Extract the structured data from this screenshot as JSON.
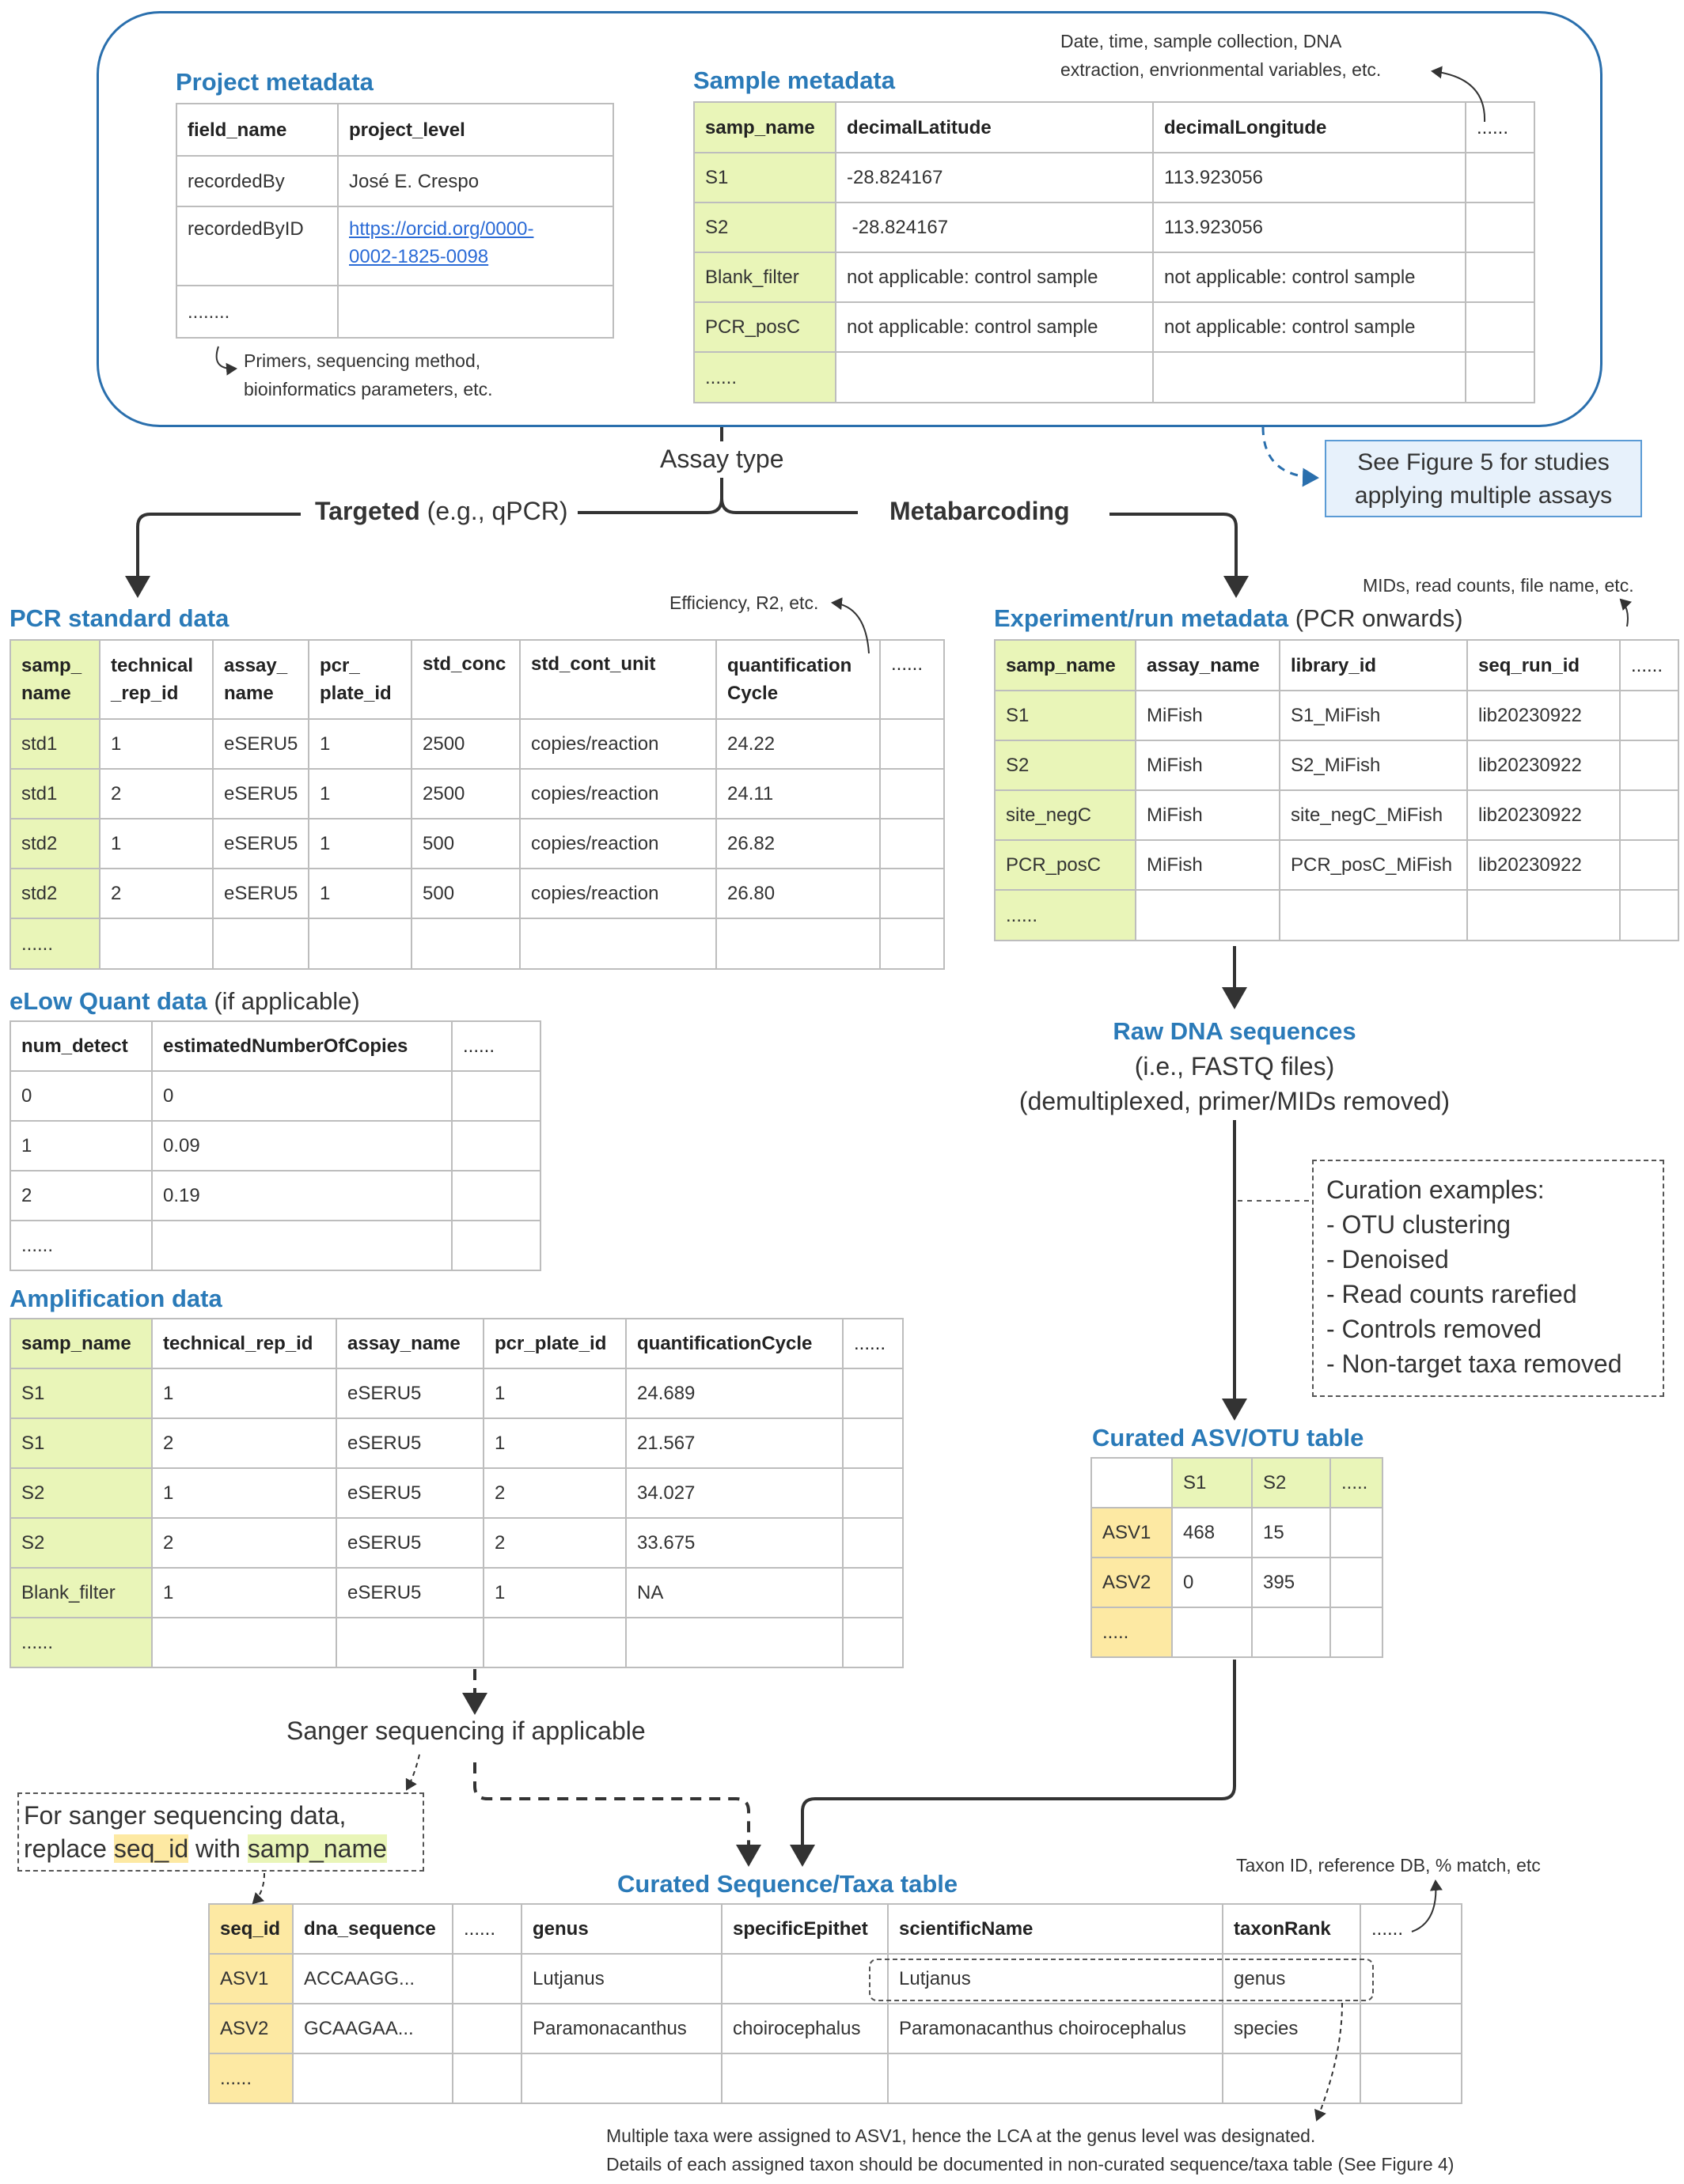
{
  "top_box": {
    "project_title": "Project metadata",
    "sample_title": "Sample metadata",
    "sample_note": [
      "Date, time, sample collection, DNA",
      "extraction, envrionmental variables, etc."
    ],
    "project_note": [
      "Primers, sequencing method,",
      "bioinformatics parameters, etc."
    ]
  },
  "project_table": {
    "headers": [
      "field_name",
      "project_level"
    ],
    "rows": [
      [
        "recordedBy",
        "José E. Crespo"
      ],
      [
        "recordedByID",
        "https://orcid.org/0000-0002-1825-0098"
      ],
      [
        "........",
        ""
      ]
    ],
    "link_lines": [
      "https://orcid.org/0000-",
      "0002-1825-0098"
    ]
  },
  "sample_table": {
    "headers": [
      "samp_name",
      "decimalLatitude",
      "decimalLongitude",
      "......"
    ],
    "rows": [
      [
        "S1",
        "-28.824167",
        "113.923056",
        ""
      ],
      [
        "S2",
        " -28.824167",
        "113.923056",
        ""
      ],
      [
        "Blank_filter",
        "not applicable: control sample",
        "not applicable: control sample",
        ""
      ],
      [
        "PCR_posC",
        "not applicable: control sample",
        "not applicable: control sample",
        ""
      ],
      [
        "......",
        "",
        "",
        ""
      ]
    ]
  },
  "flow": {
    "assay_type": "Assay type",
    "targeted_bold": "Targeted",
    "targeted_rest": " (e.g., qPCR)",
    "metabarcoding": "Metabarcoding",
    "see_figure": [
      "See Figure 5 for studies",
      "applying multiple assays"
    ]
  },
  "pcr_standard": {
    "title": "PCR standard data",
    "note": "Efficiency, R2, etc.",
    "headers": [
      [
        "samp_",
        "name"
      ],
      [
        "technical",
        "_rep_id"
      ],
      [
        "assay_",
        "name"
      ],
      [
        "pcr_",
        "plate_id"
      ],
      [
        "std_conc"
      ],
      [
        "std_cont_unit"
      ],
      [
        "quantification",
        "Cycle"
      ],
      [
        "......"
      ]
    ],
    "rows": [
      [
        "std1",
        "1",
        "eSERU5",
        "1",
        "2500",
        "copies/reaction",
        "24.22",
        ""
      ],
      [
        "std1",
        "2",
        "eSERU5",
        "1",
        "2500",
        "copies/reaction",
        "24.11",
        ""
      ],
      [
        "std2",
        "1",
        "eSERU5",
        "1",
        "500",
        "copies/reaction",
        "26.82",
        ""
      ],
      [
        "std2",
        "2",
        "eSERU5",
        "1",
        "500",
        "copies/reaction",
        "26.80",
        ""
      ],
      [
        "......",
        "",
        "",
        "",
        "",
        "",
        "",
        ""
      ]
    ]
  },
  "elow": {
    "title": "eLow Quant data",
    "title_rest": " (if applicable)",
    "headers": [
      "num_detect",
      "estimatedNumberOfCopies",
      "......"
    ],
    "rows": [
      [
        "0",
        "0",
        ""
      ],
      [
        "1",
        "0.09",
        ""
      ],
      [
        "2",
        "0.19",
        ""
      ],
      [
        "......",
        "",
        ""
      ]
    ]
  },
  "amplification": {
    "title": "Amplification data",
    "headers": [
      "samp_name",
      "technical_rep_id",
      "assay_name",
      "pcr_plate_id",
      "quantificationCycle",
      "......"
    ],
    "rows": [
      [
        "S1",
        "1",
        "eSERU5",
        "1",
        "24.689",
        ""
      ],
      [
        "S1",
        "2",
        "eSERU5",
        "1",
        "21.567",
        ""
      ],
      [
        "S2",
        "1",
        "eSERU5",
        "2",
        "34.027",
        ""
      ],
      [
        "S2",
        "2",
        "eSERU5",
        "2",
        "33.675",
        ""
      ],
      [
        "Blank_filter",
        "1",
        "eSERU5",
        "1",
        "NA",
        ""
      ],
      [
        "......",
        "",
        "",
        "",
        "",
        ""
      ]
    ]
  },
  "experiment": {
    "title": "Experiment/run metadata",
    "title_rest": " (PCR onwards)",
    "note": "MIDs, read counts, file name, etc.",
    "headers": [
      "samp_name",
      "assay_name",
      "library_id",
      "seq_run_id",
      "......"
    ],
    "rows": [
      [
        "S1",
        "MiFish",
        "S1_MiFish",
        "lib20230922",
        ""
      ],
      [
        "S2",
        "MiFish",
        "S2_MiFish",
        "lib20230922",
        ""
      ],
      [
        "site_negC",
        "MiFish",
        "site_negC_MiFish",
        "lib20230922",
        ""
      ],
      [
        "PCR_posC",
        "MiFish",
        "PCR_posC_MiFish",
        "lib20230922",
        ""
      ],
      [
        "......",
        "",
        "",
        "",
        ""
      ]
    ]
  },
  "raw": {
    "title": "Raw DNA sequences",
    "line1": "(i.e., FASTQ files)",
    "line2": "(demultiplexed, primer/MIDs removed)"
  },
  "curation": {
    "lines": [
      "Curation examples:",
      "- OTU clustering",
      "- Denoised",
      "- Read counts rarefied",
      "- Controls removed",
      "- Non-target taxa removed"
    ]
  },
  "asv_table": {
    "title": "Curated ASV/OTU table",
    "headers": [
      "",
      "S1",
      "S2",
      "....."
    ],
    "rows": [
      [
        "ASV1",
        "468",
        "15",
        ""
      ],
      [
        "ASV2",
        "0",
        "395",
        ""
      ],
      [
        ".....",
        "",
        "",
        ""
      ]
    ]
  },
  "sanger": {
    "label": "Sanger sequencing if applicable",
    "box_line1": "For sanger sequencing data,",
    "box_prefix": "replace ",
    "box_seq": "seq_id",
    "box_mid": " with ",
    "box_samp": "samp_name"
  },
  "taxa_table": {
    "title": "Curated Sequence/Taxa table",
    "note": "Taxon ID, reference DB, % match, etc",
    "headers": [
      "seq_id",
      "dna_sequence",
      "......",
      "genus",
      "specificEpithet",
      "scientificName",
      "taxonRank",
      "......"
    ],
    "rows": [
      [
        "ASV1",
        "ACCAAGG...",
        "",
        "Lutjanus",
        "",
        "Lutjanus",
        "genus",
        ""
      ],
      [
        "ASV2",
        "GCAAGAA...",
        "",
        "Paramonacanthus",
        "choirocephalus",
        "Paramonacanthus choirocephalus",
        "species",
        ""
      ],
      [
        "......",
        "",
        "",
        "",
        "",
        "",
        "",
        ""
      ]
    ],
    "footnote": [
      "Multiple taxa were assigned to ASV1, hence the LCA at the genus level was designated.",
      "Details of each assigned taxon should be documented in non-curated sequence/taxa table (See Figure 4)"
    ]
  }
}
